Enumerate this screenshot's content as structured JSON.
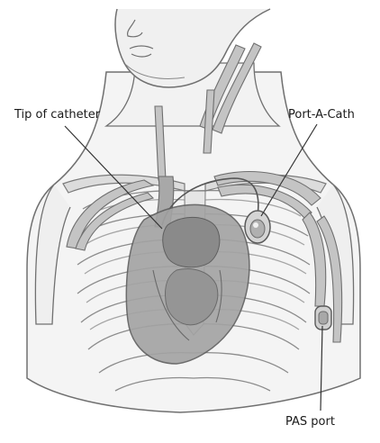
{
  "labels": {
    "tip_of_catheter": "Tip of catheter",
    "port_a_cath": "Port-A-Cath",
    "pas_port": "PAS port"
  },
  "colors": {
    "outline": "#6f6f6f",
    "skin_fill": "#f2f2f2",
    "rib_fill": "#e4e4e4",
    "vessel_fill": "#b8b8b8",
    "heart_fill": "#9a9a9a",
    "heart_dark": "#7a7a7a",
    "leader_line": "#333333",
    "text": "#1a1a1a"
  }
}
